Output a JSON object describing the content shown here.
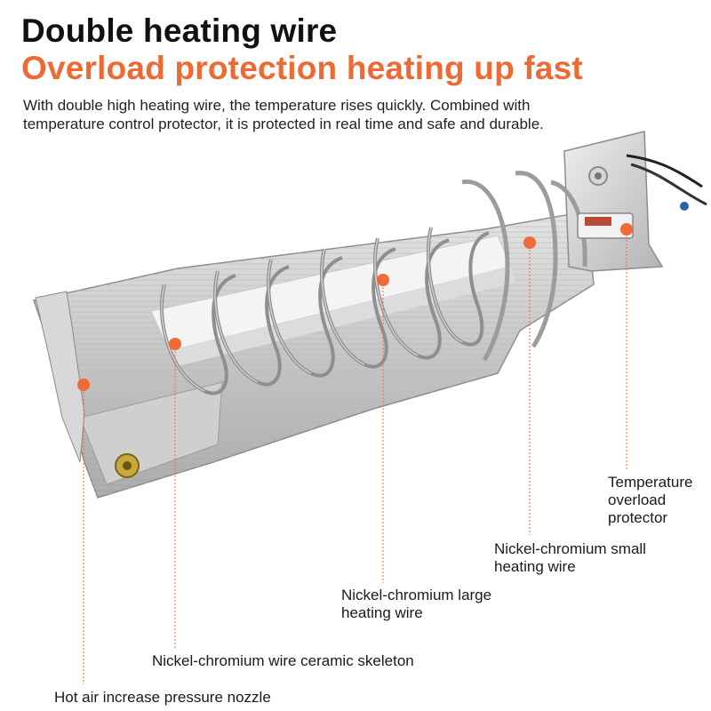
{
  "header": {
    "title": "Double heating wire",
    "subtitle": "Overload protection heating up fast",
    "description_line1": "With double high heating wire, the temperature rises quickly. Combined with",
    "description_line2": "temperature control protector, it is protected in real time and safe and durable."
  },
  "callouts": {
    "overload_protector": {
      "line1": "Temperature",
      "line2": "overload",
      "line3": "protector"
    },
    "small_wire": {
      "line1": "Nickel-chromium small",
      "line2": "heating wire"
    },
    "large_wire": {
      "line1": "Nickel-chromium large",
      "line2": "heating wire"
    },
    "ceramic_skeleton": {
      "line1": "Nickel-chromium wire ceramic skeleton"
    },
    "nozzle": {
      "line1": "Hot air increase pressure nozzle"
    }
  },
  "colors": {
    "accent": "#ee6a35",
    "marker": "#f06a3a",
    "title": "#111111"
  }
}
